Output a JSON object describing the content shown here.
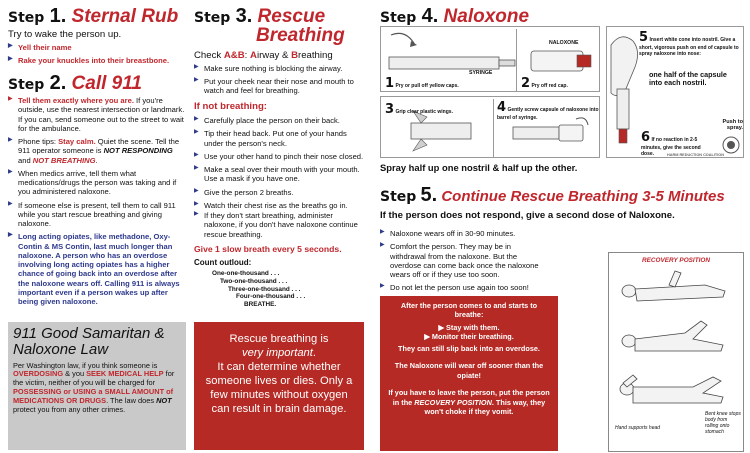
{
  "step1": {
    "step_word": "Step",
    "num": "1.",
    "title": "Sternal Rub",
    "subtitle": "Try to wake the person up.",
    "items": [
      "Yell their name",
      "Rake your knuckles into their breastbone."
    ]
  },
  "step2": {
    "step_word": "Step",
    "num": "2.",
    "title": "Call 911",
    "b1_lead": "Tell them exactly where you are.",
    "b1_rest": " If you're outside, use the nearest intersection or landmark. If you can, send someone out to the street to wait for the ambulance.",
    "b2_a": "Phone tips: ",
    "b2_b": "Stay calm.",
    "b2_c": " Quiet the scene. Tell the 911 operator someone is ",
    "b2_d": "NOT RESPONDING",
    "b2_e": " and ",
    "b2_f": "NOT BREATHING",
    "b2_g": ".",
    "b3": "When medics arrive, tell them what medications/drugs the person was taking and if you administered naloxone.",
    "b4": "If someone else is present, tell them to call 911 while you start rescue breathing and giving naloxone.",
    "b5": "Long acting opiates, like methadone, Oxy-Contin & MS Contin, last much longer than naloxone. A person who has an overdose involving long acting opiates has a higher chance of going back into an overdose after the naloxone wears off. Calling 911 is always important even if a person wakes up after being given naloxone."
  },
  "samaritan": {
    "title": "911 Good Samaritan & Naloxone Law",
    "p_a": "Per Washington law, if you think someone is ",
    "p_b": "OVERDOSING",
    "p_c": " & you ",
    "p_d": "SEEK MEDICAL HELP",
    "p_e": " for the victim, neither of you will be charged for ",
    "p_f": "POSSESSING or USING a SMALL AMOUNT of MEDICATIONS OR DRUGS",
    "p_g": ". The law does ",
    "p_h": "NOT",
    "p_i": " protect you from any other crimes."
  },
  "step3": {
    "step_word": "Step",
    "num": "3.",
    "title_1": "Rescue",
    "title_2": "Breathing",
    "sub_a": "Check ",
    "sub_b": "A&B",
    "sub_c": ": ",
    "sub_d": "A",
    "sub_e": "irway & ",
    "sub_f": "B",
    "sub_g": "reathing",
    "items1": [
      "Make sure nothing is blocking the airway.",
      "Put your cheek near their nose and mouth to watch and feel for breathing."
    ],
    "not_breathing": "If not breathing:",
    "items2": [
      "Carefully place the person on their back.",
      "Tip their head back. Put one of your hands under the person's neck.",
      "Use your other hand to pinch their nose closed.",
      "Make a seal over their mouth with your mouth. Use a mask if you have one.",
      "Give the person 2 breaths.",
      "Watch their chest rise as the breaths go in.",
      "If they don't start breathing, administer naloxone, if you don't have naloxone continue rescue breathing."
    ],
    "give_one": "Give 1 slow breath every 5 seconds.",
    "count_title": "Count outloud:",
    "count_lines": [
      "One-one-thousand . . .",
      "Two-one-thousand . . .",
      "Three-one-thousand . . .",
      "Four-one-thousand . . .",
      "BREATHE."
    ],
    "box_1": "Rescue breathing is",
    "box_2": "very important",
    "box_3": ".",
    "box_4": "It can determine whether someone lives or dies. Only a few minutes without oxygen can result in brain damage."
  },
  "step4": {
    "step_word": "Step",
    "num": "4.",
    "title": "Naloxone",
    "panel1": "Pry or pull off yellow caps.",
    "panel2": "Pry off red cap.",
    "panel3": "Grip clear plastic wings.",
    "panel4": "Gently screw capsule of naloxone into barrel of syringe.",
    "panel5": "Insert white cone into nostril. Give a short, vigorous push on end of capsule to spray naloxone into nose:",
    "panel5_bold": "one half of the capsule into each nostril.",
    "panel6": "If no reaction in 2-5 minutes, give the second dose.",
    "push": "Push to spray.",
    "syringe": "SYRINGE",
    "naloxone_label": "NALOXONE",
    "coalition": "HARM REDUCTION COALITION",
    "n1": "1",
    "n2": "2",
    "n3": "3",
    "n4": "4",
    "n5": "5",
    "n6": "6",
    "spray": "Spray half up one nostril & half up the other."
  },
  "step5": {
    "step_word": "Step",
    "num": "5.",
    "title": "Continue Rescue Breathing 3-5 Minutes",
    "sub": "If the person does not respond, give a second dose of Naloxone.",
    "items": [
      "Naloxone wears off in 30-90 minutes.",
      "Comfort the person. They may be in withdrawal from the naloxone. But the overdose can come back once the naloxone wears off or if they use too soon.",
      "Do not let the person use again too soon!"
    ],
    "box_1": "After the person comes to and starts to breathe:",
    "box_items": [
      "Stay with them.",
      "Monitor their breathing."
    ],
    "box_2": "They can still slip back into an overdose.",
    "box_3": "The Naloxone will wear off sooner than the opiate!",
    "box_4a": "If you have to leave the person, put the person in the ",
    "box_4b": "RECOVERY POSITION",
    "box_4c": ". This way, they won't choke if they vomit.",
    "recovery_title": "RECOVERY POSITION",
    "cap_hand": "Hand supports head",
    "cap_knee": "Bent knee stops body from rolling onto stomach"
  }
}
